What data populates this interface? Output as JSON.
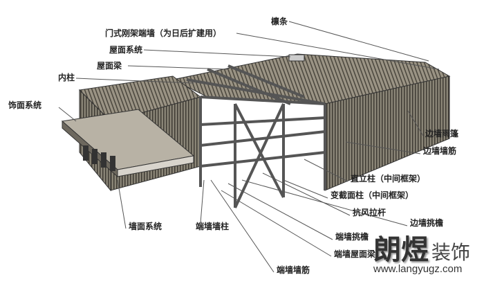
{
  "labels": {
    "purlin": "檩条",
    "portal_end_wall": "门式刚架端墙（为日后扩建用）",
    "roof_system": "屋面系统",
    "roof_beam": "屋面梁",
    "inner_column": "内柱",
    "facade_system": "饰面系统",
    "side_wall_canopy": "边墙雨篷",
    "side_wall_girt": "边墙墙筋",
    "straight_column": "直立柱（中间框架）",
    "tapered_column": "变截面柱（中间框架）",
    "wind_brace": "抗风拉杆",
    "side_wall_eave": "边墙挑檐",
    "end_wall_eave": "端墙挑檐",
    "end_wall_roof_beam": "端墙屋面梁",
    "wall_system": "墙面系统",
    "end_wall_column": "端墙墙柱",
    "end_wall_girt": "端墙墙筋"
  },
  "watermark": {
    "brand_big": "朗煜",
    "brand_small": "装饰",
    "url": "www.langyugz.com"
  }
}
